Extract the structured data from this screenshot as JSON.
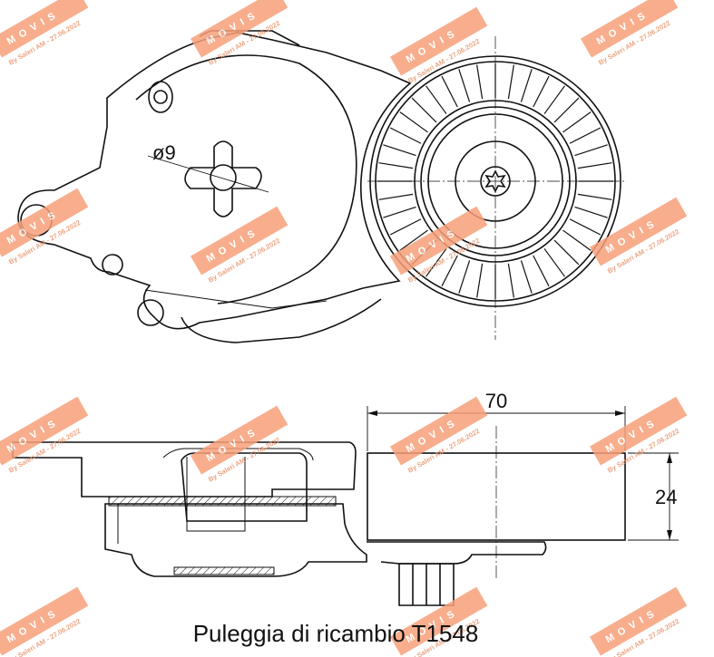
{
  "dimensions": {
    "diameter_label": "ø9",
    "width_label": "70",
    "height_label": "24"
  },
  "caption": "Puleggia di ricambio T1548",
  "watermark": {
    "brand": "MOVIS",
    "sub": "By Saleri AM - 27.06.2022",
    "color": "#f7a07a"
  }
}
